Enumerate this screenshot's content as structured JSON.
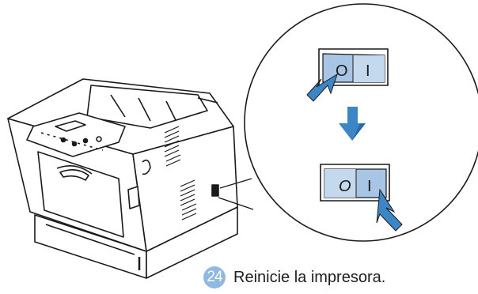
{
  "step": {
    "number": "24",
    "text": "Reinicie la impresora.",
    "badge_color": "#8fb9e1"
  },
  "illustration": {
    "switch_before_left": "O",
    "switch_before_right": "I",
    "switch_after_left": "O",
    "switch_after_right": "I",
    "arrow_color": "#3d86c6",
    "switch_face_color": "#a9c5e5",
    "subject": "printer-icon",
    "action_icons": [
      "power-switch-off-icon",
      "down-arrow-icon",
      "power-switch-on-icon",
      "press-arrow-icon"
    ]
  }
}
